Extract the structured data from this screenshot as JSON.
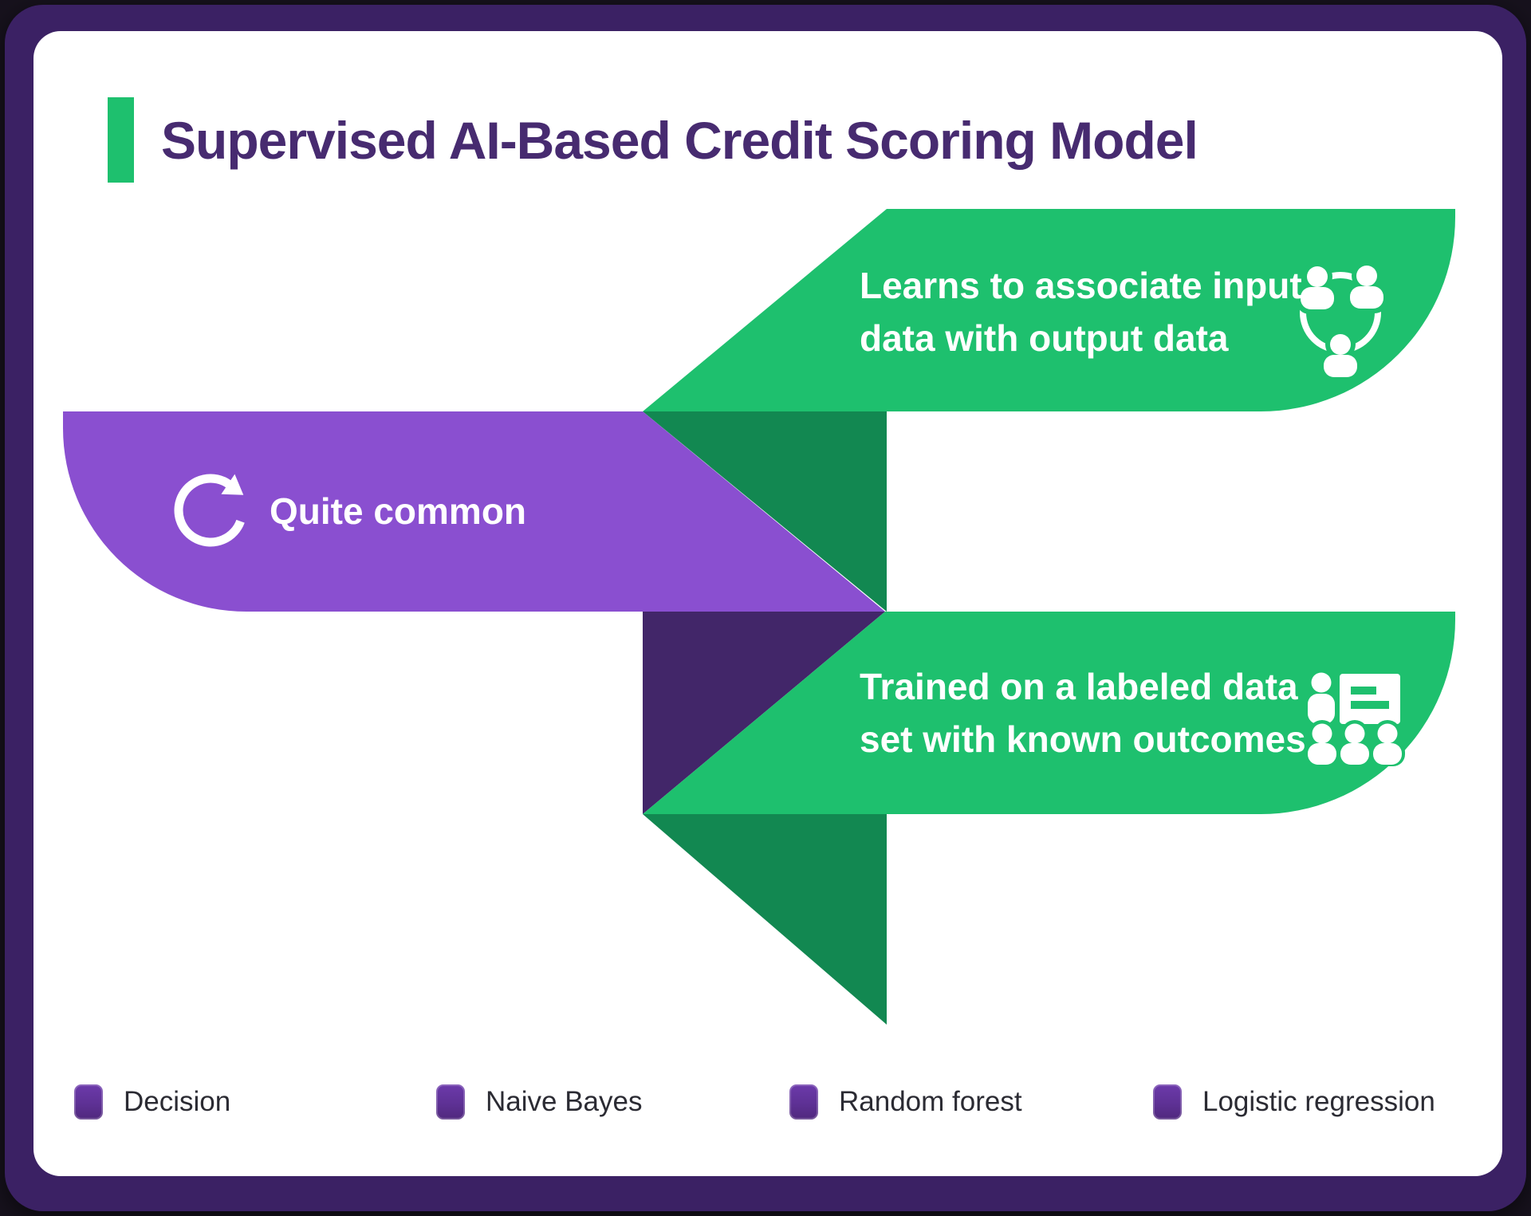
{
  "header": {
    "title": "Supervised AI-Based Credit Scoring Model"
  },
  "banners": {
    "learn": {
      "line1": "Learns to associate input",
      "line2": "data with output data",
      "icon": "people-network-icon"
    },
    "common": {
      "label": "Quite common",
      "icon": "refresh-cycle-icon"
    },
    "trained": {
      "line1": "Trained on a labeled data",
      "line2": "set with known outcomes",
      "icon": "people-training-board-icon"
    }
  },
  "legend": {
    "items": [
      {
        "label": "Decision"
      },
      {
        "label": "Naive Bayes"
      },
      {
        "label": "Random forest"
      },
      {
        "label": "Logistic regression"
      }
    ]
  },
  "colors": {
    "green": "#1EC06E",
    "green_dark": "#128851",
    "purple": "#8A4FD0",
    "purple_dark": "#422669",
    "frame": "#3B2164",
    "title": "#472B70",
    "legend_swatch": "#5E3195",
    "legend_text": "#2B2B33",
    "banner_text": "#FFFFFF"
  }
}
